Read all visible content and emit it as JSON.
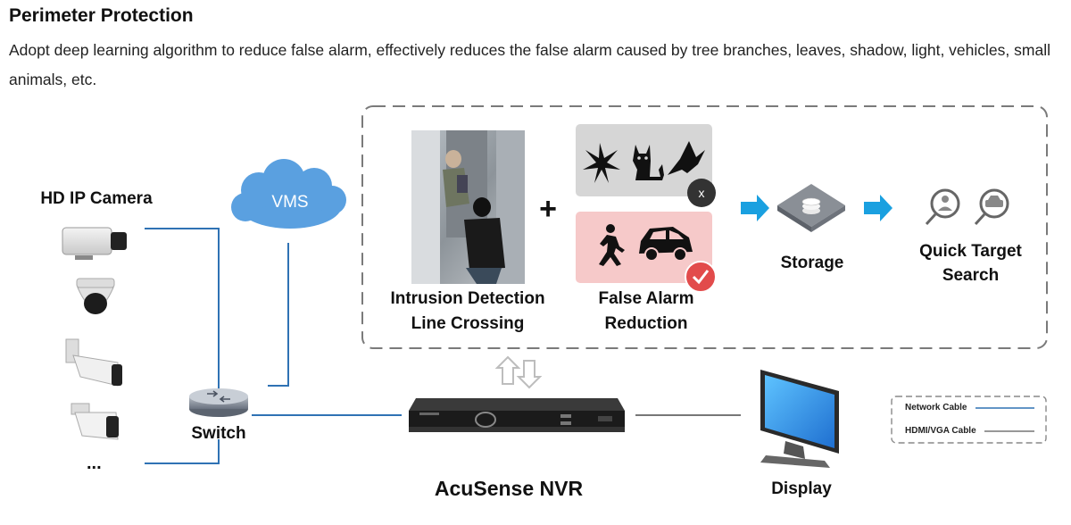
{
  "header": {
    "title": "Perimeter Protection",
    "description": "Adopt deep learning algorithm to reduce false alarm, effectively reduces the false alarm caused by tree branches, leaves, shadow, light, vehicles, small animals, etc."
  },
  "diagram": {
    "camera_label": "HD IP Camera",
    "more": "...",
    "switch_label": "Switch",
    "vms_label": "VMS",
    "intrusion_label_1": "Intrusion Detection",
    "intrusion_label_2": "Line Crossing",
    "plus": "+",
    "false_alarm_label_1": "False Alarm",
    "false_alarm_label_2": "Reduction",
    "reject_mark": "x",
    "storage_label": "Storage",
    "search_label_1": "Quick Target",
    "search_label_2": "Search",
    "nvr_label": "AcuSense NVR",
    "display_label": "Display"
  },
  "legend": {
    "items": [
      {
        "label": "Network Cable",
        "color": "#2f72b4"
      },
      {
        "label": "HDMI/VGA Cable",
        "color": "#777777"
      }
    ]
  },
  "colors": {
    "network_cable": "#2f72b4",
    "hdmi_cable": "#777777",
    "arrow": "#1aa0e0",
    "reject_panel": "#d6d6d6",
    "accept_panel": "#f6c9c9",
    "accept_badge": "#e24b4b",
    "cloud": "#5aa0e0"
  }
}
